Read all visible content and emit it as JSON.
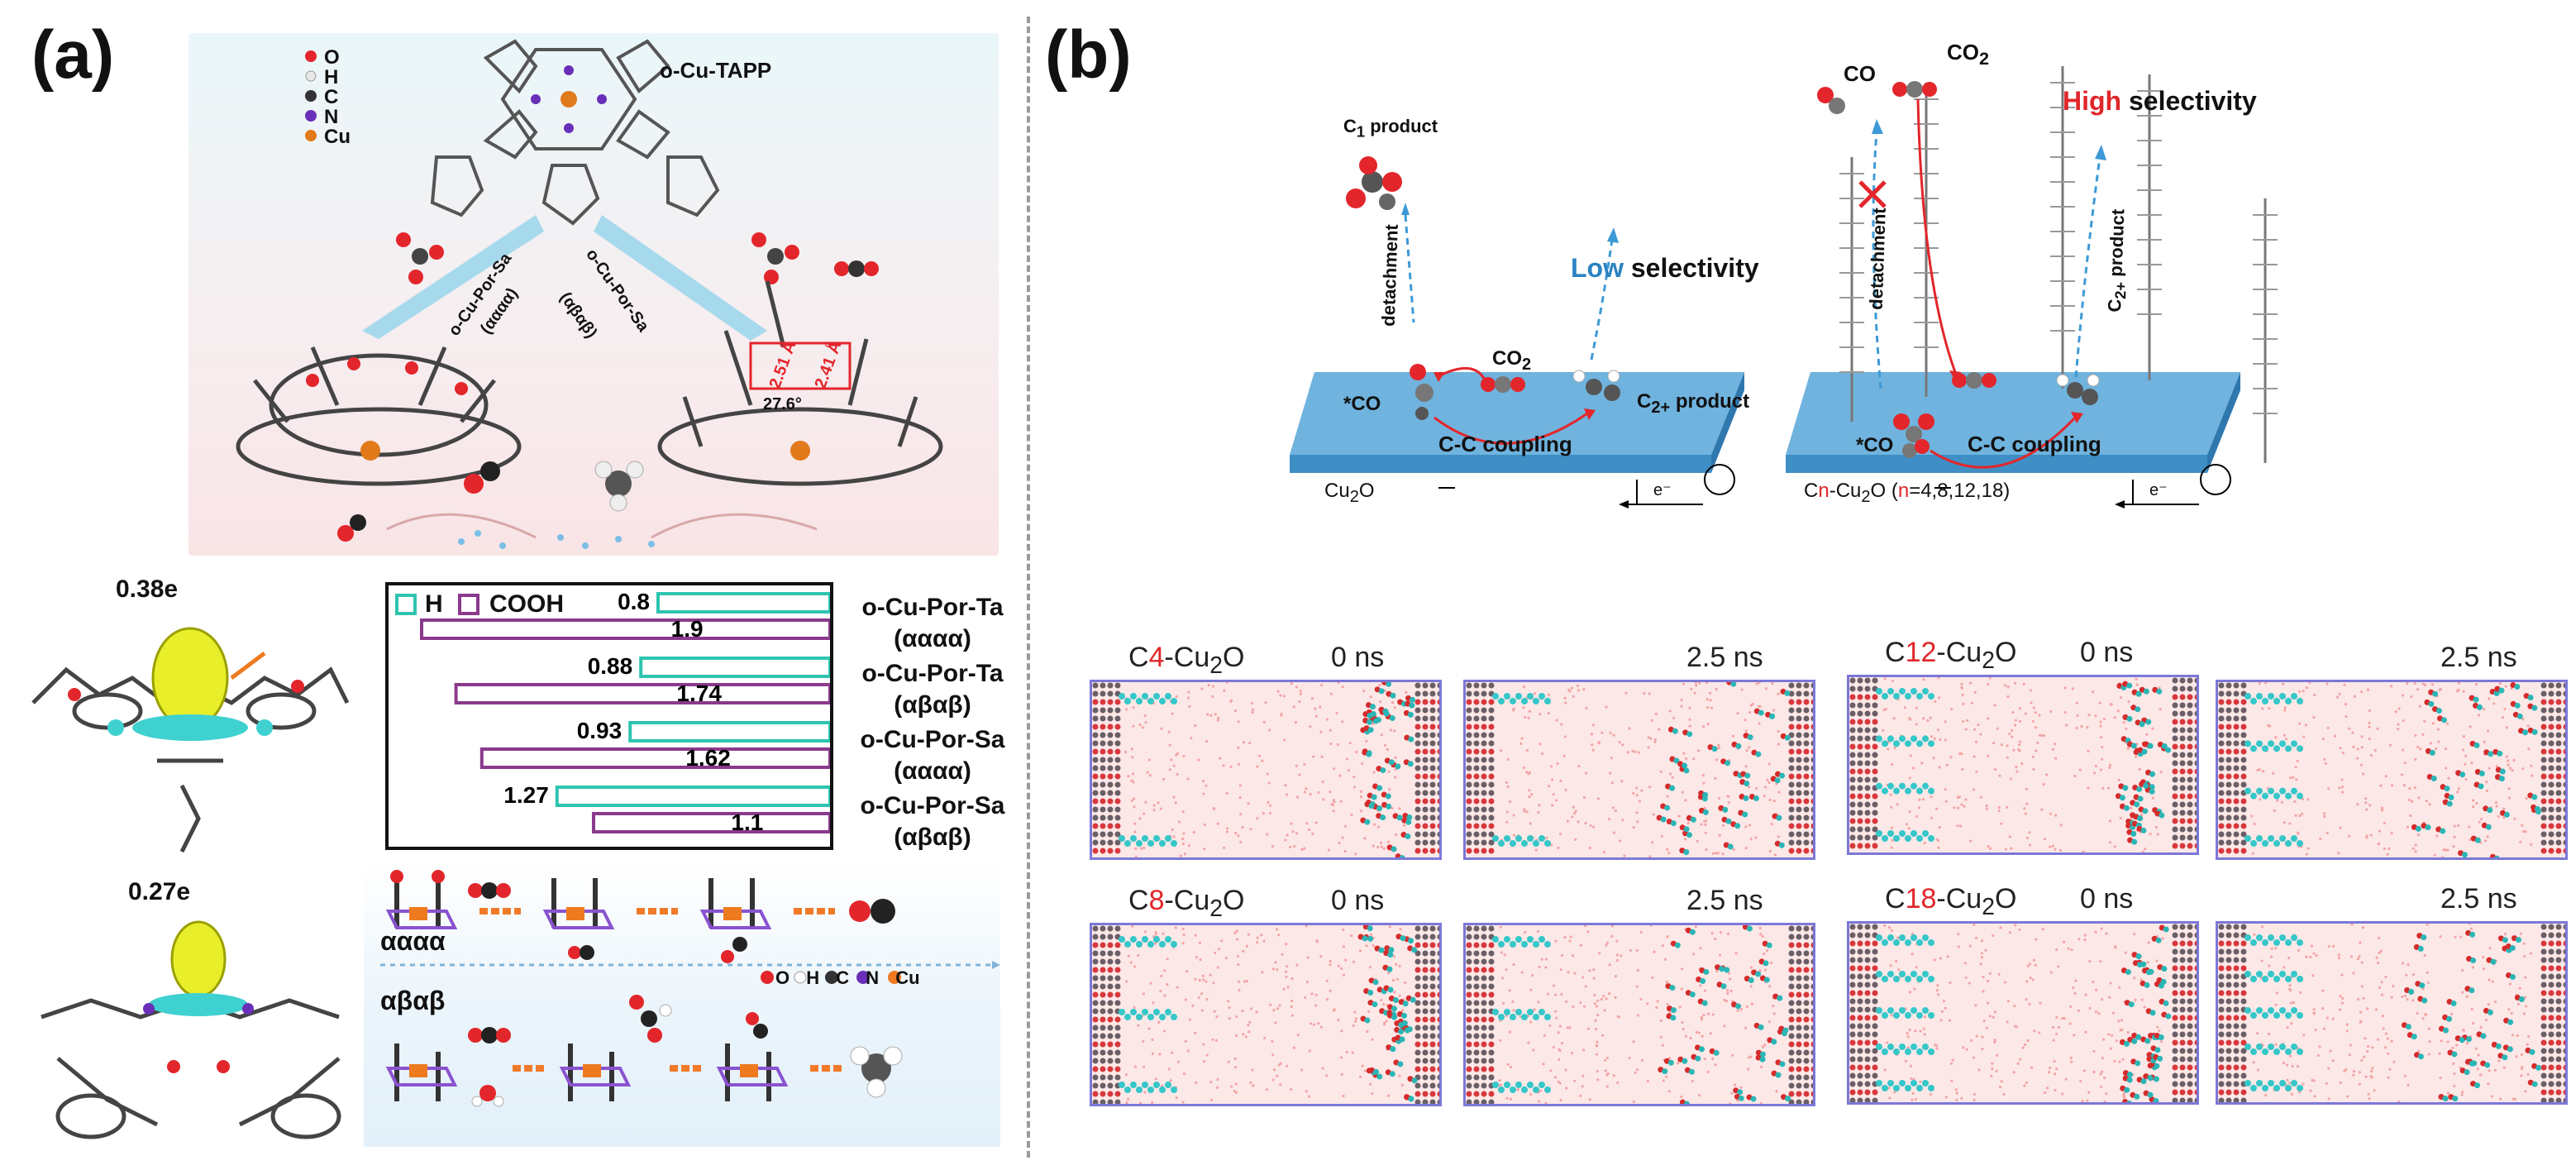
{
  "panel_a": {
    "letter": "(a)",
    "legend_atoms": [
      {
        "symbol": "O",
        "color": "#e3262b"
      },
      {
        "symbol": "H",
        "color": "#e8e8e8"
      },
      {
        "symbol": "C",
        "color": "#333333"
      },
      {
        "symbol": "N",
        "color": "#6a2fb8"
      },
      {
        "symbol": "Cu",
        "color": "#e07a1a"
      }
    ],
    "top_title": "o-Cu-TAPP",
    "arrow_label_left": "o-Cu-Por-Sa",
    "arrow_label_left_sub": "(αααα)",
    "arrow_label_right": "o-Cu-Por-Sa",
    "arrow_label_right_sub": "(αβαβ)",
    "dist_1": "2.51 Å",
    "dist_2": "2.41 Å",
    "angle": "27.6°",
    "charge_top": "0.38e",
    "charge_bottom": "0.27e",
    "bar_legend_h": "H",
    "bar_legend_cooh": "COOH",
    "bar_colors": {
      "h": "#2ec4b0",
      "cooh": "#8a3a8c"
    },
    "bar_labels": [
      {
        "name": "o-Cu-Por-Ta",
        "sub": "(αααα)"
      },
      {
        "name": "o-Cu-Por-Ta",
        "sub": "(αβαβ)"
      },
      {
        "name": "o-Cu-Por-Sa",
        "sub": "(αααα)"
      },
      {
        "name": "o-Cu-Por-Sa",
        "sub": "(αβαβ)"
      }
    ],
    "scheme_aaaa": "αααα",
    "scheme_abab": "αβαβ",
    "scheme_legend": "O H C N Cu"
  },
  "chart_data": {
    "type": "bar",
    "categories": [
      "o-Cu-Por-Ta (αααα)",
      "o-Cu-Por-Ta (αβαβ)",
      "o-Cu-Por-Sa (αααα)",
      "o-Cu-Por-Sa (αβαβ)"
    ],
    "series": [
      {
        "name": "H",
        "values": [
          0.8,
          0.88,
          0.93,
          1.27
        ]
      },
      {
        "name": "COOH",
        "values": [
          1.9,
          1.74,
          1.62,
          1.1
        ]
      }
    ],
    "value_labels_h": [
      "0.8",
      "0.88",
      "0.93",
      "1.27"
    ],
    "value_labels_cooh": [
      "1.9",
      "1.74",
      "1.62",
      "1.1"
    ],
    "orientation": "horizontal-reversed",
    "xlim": [
      0,
      2.0
    ],
    "legend": "top-left"
  },
  "panel_b": {
    "letter": "(b)",
    "left_scheme": {
      "c1_product": "C",
      "c1_sub": "1",
      "c1_tail": " product",
      "detachment": "detachment",
      "co2": "CO",
      "co2_sub": "2",
      "low": "Low",
      "selectivity": " selectivity",
      "star_co": "*CO",
      "c2_product": "C",
      "c2_sub": "2+",
      "c2_tail": " product",
      "coupling": "C-C coupling",
      "substrate": "Cu",
      "substrate_sub": "2",
      "substrate_tail": "O",
      "electron": "e⁻"
    },
    "right_scheme": {
      "co": "CO",
      "co2": "CO",
      "co2_sub": "2",
      "high": "High",
      "selectivity": " selectivity",
      "detachment": "detachment",
      "c2_product": "C",
      "c2_sub": "2+",
      "c2_tail": " product",
      "star_co": "*CO",
      "coupling": "C-C coupling",
      "substrate_c": "C",
      "substrate_n": "n",
      "substrate_mid": "-Cu",
      "substrate_sub": "2",
      "substrate_o": "O (",
      "substrate_n2": "n",
      "substrate_vals": "=4,8,12,18)",
      "electron": "e⁻"
    },
    "md": [
      {
        "prefix": "C",
        "num": "4",
        "suffix": "-Cu",
        "sub": "2",
        "tail": "O",
        "t0": "0 ns",
        "t1": "2.5 ns",
        "layers": 2
      },
      {
        "prefix": "C",
        "num": "12",
        "suffix": "-Cu",
        "sub": "2",
        "tail": "O",
        "t0": "0 ns",
        "t1": "2.5 ns",
        "layers": 4
      },
      {
        "prefix": "C",
        "num": "8",
        "suffix": "-Cu",
        "sub": "2",
        "tail": "O",
        "t0": "0 ns",
        "t1": "2.5 ns",
        "layers": 3
      },
      {
        "prefix": "C",
        "num": "18",
        "suffix": "-Cu",
        "sub": "2",
        "tail": "O",
        "t0": "0 ns",
        "t1": "2.5 ns",
        "layers": 5
      }
    ]
  }
}
